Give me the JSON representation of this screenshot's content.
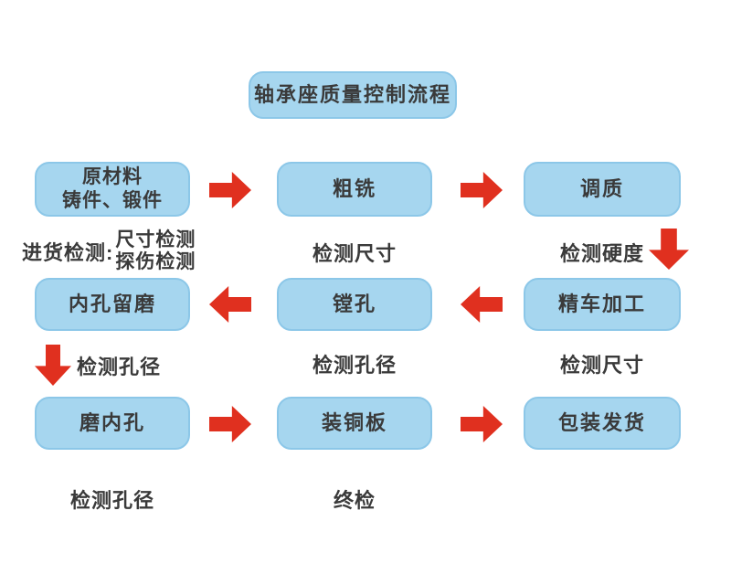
{
  "title": "轴承座质量控制流程",
  "colors": {
    "box_fill": "#a6d6ef",
    "box_border": "#8cc7e8",
    "arrow_red": "#e0301f",
    "text_color": "#3a3a3a",
    "background": "#ffffff"
  },
  "nodes": {
    "raw_material": {
      "line1": "原材料",
      "line2": "铸件、锻件"
    },
    "rough_milling": {
      "label": "粗铣"
    },
    "tempering": {
      "label": "调质"
    },
    "hole_grind_allowance": {
      "label": "内孔留磨"
    },
    "boring": {
      "label": "镗孔"
    },
    "fine_turning": {
      "label": "精车加工"
    },
    "grind_inner_hole": {
      "label": "磨内孔"
    },
    "copper_plate": {
      "label": "装铜板"
    },
    "pack_ship": {
      "label": "包装发货"
    }
  },
  "captions": {
    "incoming_label": "进货检测:",
    "incoming_line1": "尺寸检测",
    "incoming_line2": "探伤检测",
    "inspect_size_rough": "检测尺寸",
    "inspect_hardness": "检测硬度",
    "inspect_bore_allowance": "检测孔径",
    "inspect_bore_boring": "检测孔径",
    "inspect_size_turning": "检测尺寸",
    "inspect_bore_grind": "检测孔径",
    "final_inspection": "终检"
  },
  "icons": {
    "arrow_right": "block right arrow",
    "arrow_left": "block left arrow",
    "arrow_down": "block down arrow"
  },
  "flow_connections": [
    {
      "from": "原材料 铸件、锻件",
      "to": "粗铣",
      "direction": "right"
    },
    {
      "from": "粗铣",
      "to": "调质",
      "direction": "right"
    },
    {
      "from": "调质",
      "to": "精车加工",
      "direction": "down"
    },
    {
      "from": "精车加工",
      "to": "镗孔",
      "direction": "left"
    },
    {
      "from": "镗孔",
      "to": "内孔留磨",
      "direction": "left"
    },
    {
      "from": "内孔留磨",
      "to": "磨内孔",
      "direction": "down"
    },
    {
      "from": "磨内孔",
      "to": "装铜板",
      "direction": "right"
    },
    {
      "from": "装铜板",
      "to": "包装发货",
      "direction": "right"
    }
  ]
}
